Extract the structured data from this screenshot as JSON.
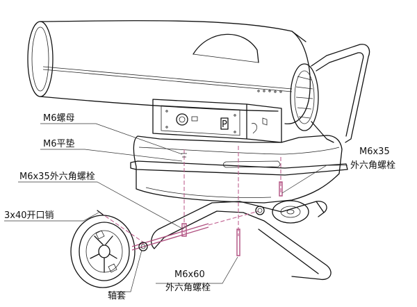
{
  "labels": {
    "nut": "M6螺母",
    "washer": "M6平垫",
    "bolt35_left": "M6x35外六角螺栓",
    "cotter_pin": "3x40开口销",
    "bushing": "轴套",
    "bolt60_size": "M6x60",
    "bolt60_desc": "外六角螺栓",
    "bolt35_right_size": "M6x35",
    "bolt35_right_desc": "外六角螺栓"
  },
  "panel": {
    "indicator_letter": "P"
  }
}
